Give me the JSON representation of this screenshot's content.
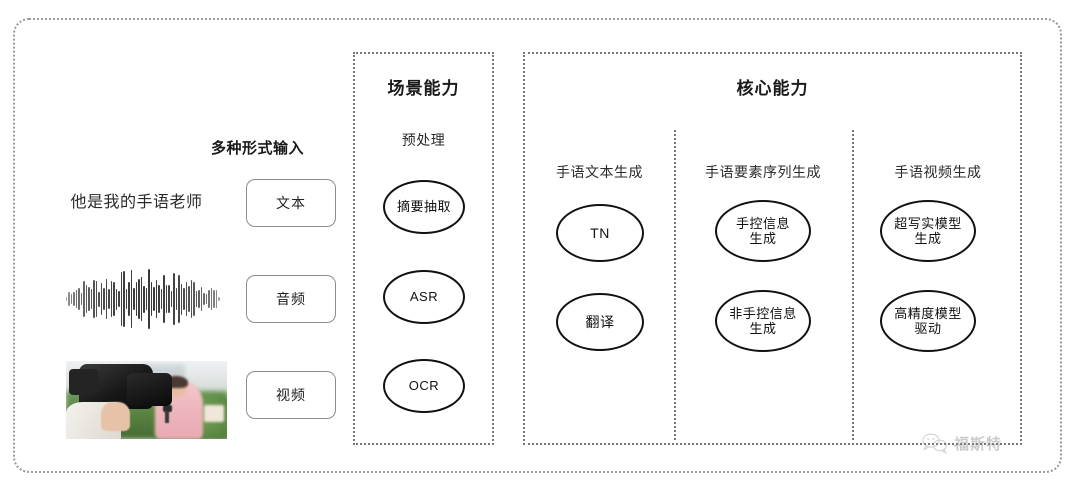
{
  "diagram": {
    "left": {
      "multi_input_label": "多种形式输入",
      "sample_text": "他是我的手语老师",
      "waveform_icon": "audio-waveform-icon",
      "video_thumbnail": "video-thumbnail-reporter-camera",
      "buttons": [
        {
          "label": "文本",
          "name": "text"
        },
        {
          "label": "音频",
          "name": "audio"
        },
        {
          "label": "视频",
          "name": "video"
        }
      ]
    },
    "scene_panel": {
      "title": "场景能力",
      "subtitle": "预处理",
      "nodes": [
        {
          "label": "摘要抽取"
        },
        {
          "label": "ASR"
        },
        {
          "label": "OCR"
        }
      ]
    },
    "core_panel": {
      "title": "核心能力",
      "columns": [
        {
          "label": "手语文本生成",
          "nodes": [
            {
              "line1": "TN",
              "line2": ""
            },
            {
              "line1": "翻译",
              "line2": ""
            }
          ]
        },
        {
          "label": "手语要素序列生成",
          "nodes": [
            {
              "line1": "手控信息",
              "line2": "生成"
            },
            {
              "line1": "非手控信息",
              "line2": "生成"
            }
          ]
        },
        {
          "label": "手语视频生成",
          "nodes": [
            {
              "line1": "超写实模型",
              "line2": "生成"
            },
            {
              "line1": "高精度模型",
              "line2": "驱动"
            }
          ]
        }
      ]
    },
    "watermark": {
      "icon": "wechat-icon",
      "text": "福斯特"
    },
    "colors": {
      "frame": "#9a9a9a",
      "panel_border": "#777777",
      "node_border": "#111111",
      "text": "#222222",
      "watermark": "#8d8d8d",
      "background": "#ffffff"
    }
  }
}
